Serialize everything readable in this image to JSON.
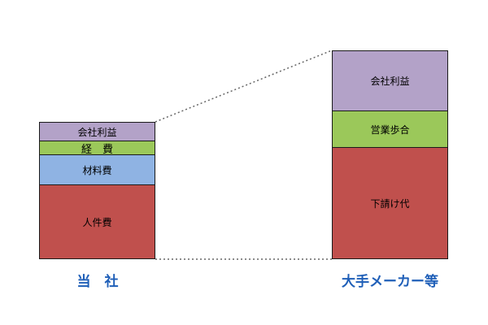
{
  "left_column": {
    "caption": "当　社",
    "segments": [
      {
        "label": "会社利益",
        "color": "#b3a2c8"
      },
      {
        "label": "経　費",
        "color": "#9bc85a"
      },
      {
        "label": "材料費",
        "color": "#8fb3e3"
      },
      {
        "label": "人件費",
        "color": "#c0504d"
      }
    ]
  },
  "right_column": {
    "caption": "大手メーカー等",
    "segments": [
      {
        "label": "会社利益",
        "color": "#b3a2c8"
      },
      {
        "label": "営業歩合",
        "color": "#9bc85a"
      },
      {
        "label": "下請け代",
        "color": "#c0504d"
      }
    ]
  }
}
